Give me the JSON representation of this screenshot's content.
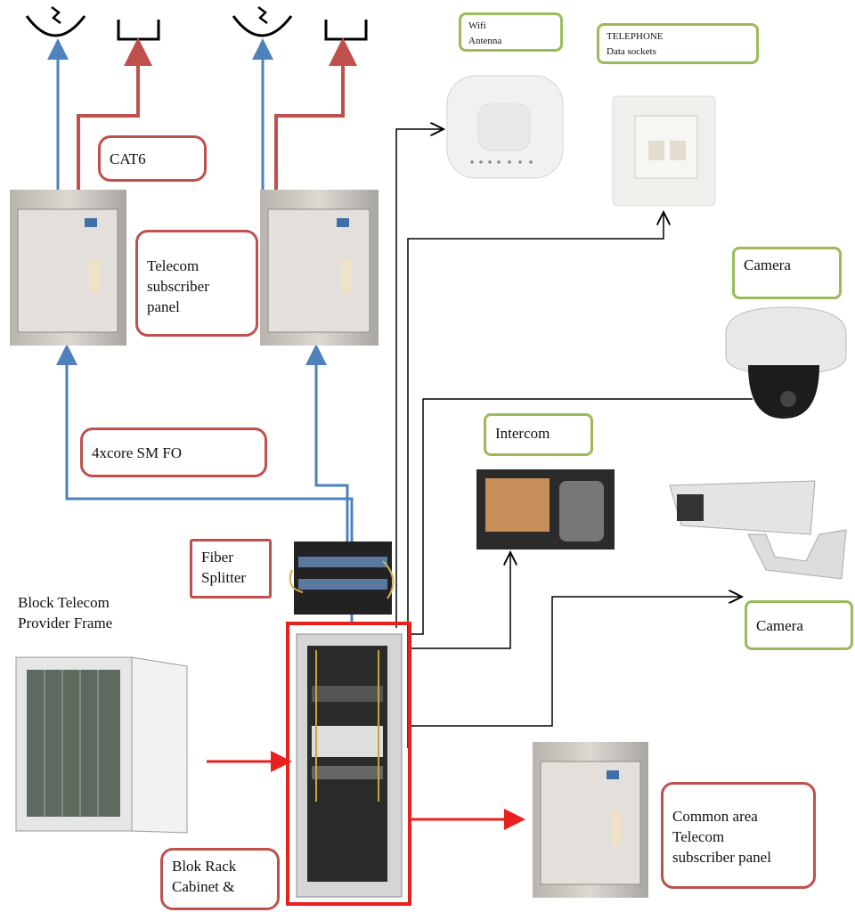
{
  "labels": {
    "cat6": "CAT6",
    "telecom_panel": [
      "Telecom",
      "subscriber",
      "panel"
    ],
    "fo": "4xcore SM FO",
    "fiber_splitter": [
      "Fiber",
      "Splitter"
    ],
    "provider_frame": [
      "Block Telecom",
      "Provider Frame"
    ],
    "rack_cabinet": [
      "Blok Rack",
      "Cabinet &"
    ],
    "common_panel": [
      "Common area",
      "Telecom",
      "subscriber panel"
    ],
    "wifi": [
      "Wifi",
      "Antenna"
    ],
    "telephone": [
      "TELEPHONE",
      "Data sockets"
    ],
    "camera_dome": "Camera",
    "intercom": "Intercom",
    "camera_bullet": "Camera"
  },
  "colors": {
    "fiber_line": "#4f81bd",
    "cat6_line": "#c0504d",
    "provider_link": "#e8201e",
    "device_link": "#000000",
    "label_red_border": "#c0504d",
    "label_green_border": "#9bbb59"
  }
}
